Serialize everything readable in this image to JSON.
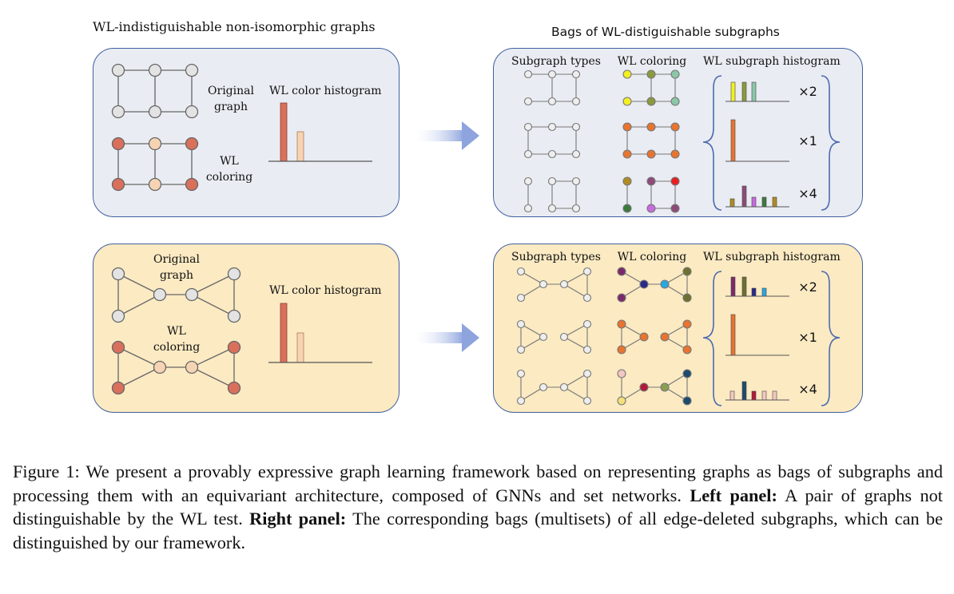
{
  "left_title": "WL-indistiguishable non-isomorphic graphs",
  "right_title": "Bags of WL-distiguishable subgraphs",
  "top_left": {
    "original_label_1": "Original",
    "original_label_2": "graph",
    "wl_label_1": "WL",
    "wl_label_2": "coloring",
    "histogram_label": "WL color histogram"
  },
  "bottom_left": {
    "original_label_1": "Original",
    "original_label_2": "graph",
    "wl_label_1": "WL",
    "wl_label_2": "coloring",
    "histogram_label": "WL color histogram"
  },
  "top_right": {
    "col1": "Subgraph types",
    "col2": "WL coloring",
    "col3": "WL subgraph histogram",
    "counts": [
      "×2",
      "×1",
      "×4"
    ]
  },
  "bottom_right": {
    "col1": "Subgraph types",
    "col2": "WL coloring",
    "col3": "WL subgraph histogram",
    "counts": [
      "×2",
      "×1",
      "×4"
    ]
  },
  "colors": {
    "panel_border": "#3f5fa0",
    "blue_panel": "#e9ecf2",
    "yellow_panel": "#fbeac2",
    "node_gray": "#e3e3e3",
    "dark_salmon": "#d9705c",
    "light_peach": "#f6d4b3",
    "orange": "#e8742f",
    "arrow": "#8ea4de"
  },
  "caption": {
    "intro": "Figure 1: We present a provably expressive graph learning framework based on representing graphs as bags of subgraphs and processing them with an equivariant architecture, composed of GNNs and set networks.",
    "left_label": "Left panel:",
    "left_text": "A pair of graphs not distinguishable by the WL test.",
    "right_label": "Right panel:",
    "right_text": "The corresponding bags (multisets) of all edge-deleted subgraphs, which can be distinguished by our framework."
  }
}
